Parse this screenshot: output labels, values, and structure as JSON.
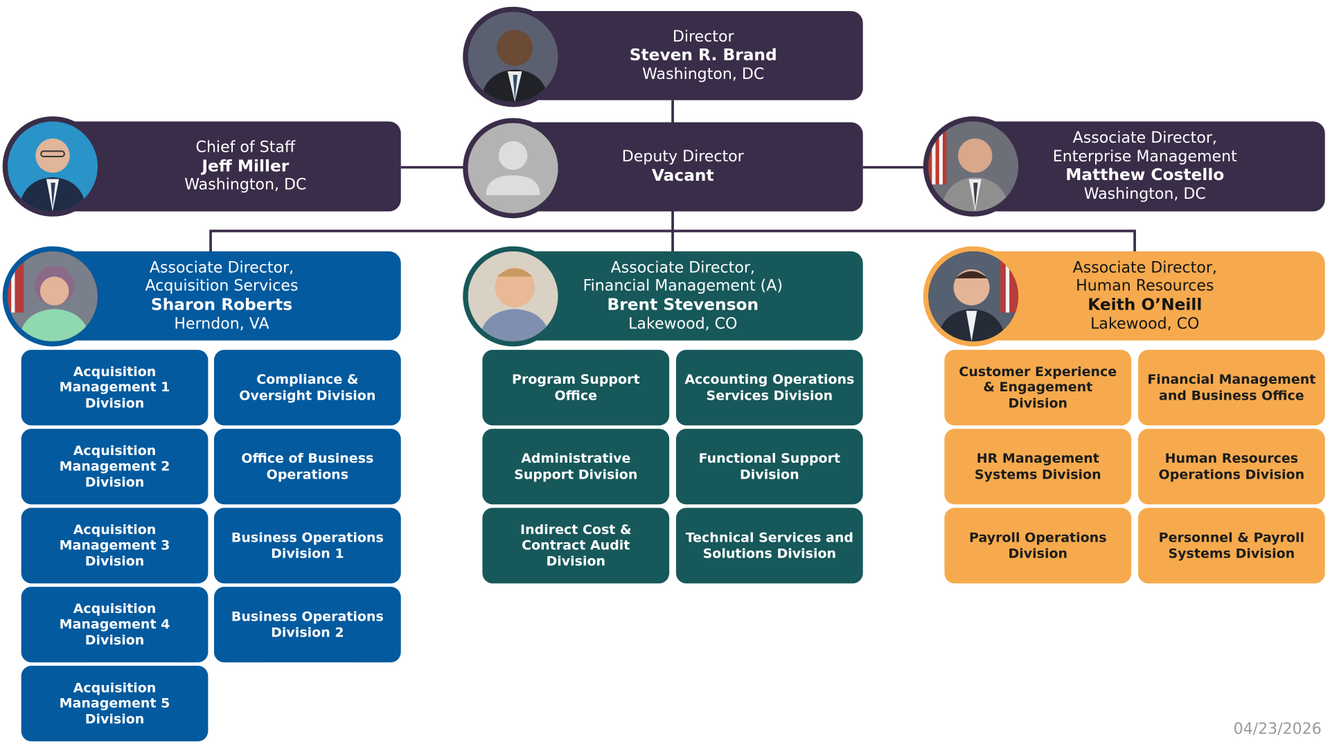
{
  "colors": {
    "leadership": "#3a2d49",
    "acquisition": "#035a9e",
    "financial": "#17585a",
    "hr": "#f6aa4d",
    "connector": "#3a2d49"
  },
  "director": {
    "title": "Director",
    "name": "Steven R. Brand",
    "location": "Washington, DC",
    "photo": "director-photo"
  },
  "chief_of_staff": {
    "title": "Chief of Staff",
    "name": "Jeff Miller",
    "location": "Washington, DC",
    "photo": "chief-of-staff-photo"
  },
  "deputy_director": {
    "title": "Deputy Director",
    "name": "Vacant",
    "photo": "person-placeholder-icon"
  },
  "enterprise_mgmt": {
    "title_line1": "Associate Director,",
    "title_line2": "Enterprise Management",
    "name": "Matthew Costello",
    "location": "Washington, DC",
    "photo": "enterprise-director-photo"
  },
  "acquisition": {
    "title_line1": "Associate Director,",
    "title_line2": "Acquisition Services",
    "name": "Sharon Roberts",
    "location": "Herndon, VA",
    "divisions": [
      "Acquisition Management 1 Division",
      "Compliance & Oversight Division",
      "Acquisition Management 2 Division",
      "Office of Business Operations",
      "Acquisition Management 3 Division",
      "Business Operations Division 1",
      "Acquisition Management 4 Division",
      "Business Operations Division 2",
      "Acquisition Management 5 Division"
    ]
  },
  "financial": {
    "title_line1": "Associate Director,",
    "title_line2": "Financial Management (A)",
    "name": "Brent Stevenson",
    "location": "Lakewood, CO",
    "divisions": [
      "Program Support Office",
      "Accounting Operations Services Division",
      "Administrative Support Division",
      "Functional Support Division",
      "Indirect Cost & Contract Audit Division",
      "Technical Services and Solutions Division"
    ]
  },
  "hr": {
    "title_line1": "Associate Director,",
    "title_line2": "Human Resources",
    "name": "Keith O’Neill",
    "location": "Lakewood, CO",
    "divisions": [
      "Customer Experience & Engagement Division",
      "Financial Management and Business Office",
      "HR Management Systems Division",
      "Human Resources Operations Division",
      "Payroll Operations Division",
      "Personnel & Payroll Systems Division"
    ]
  },
  "date": "04/23/2026"
}
